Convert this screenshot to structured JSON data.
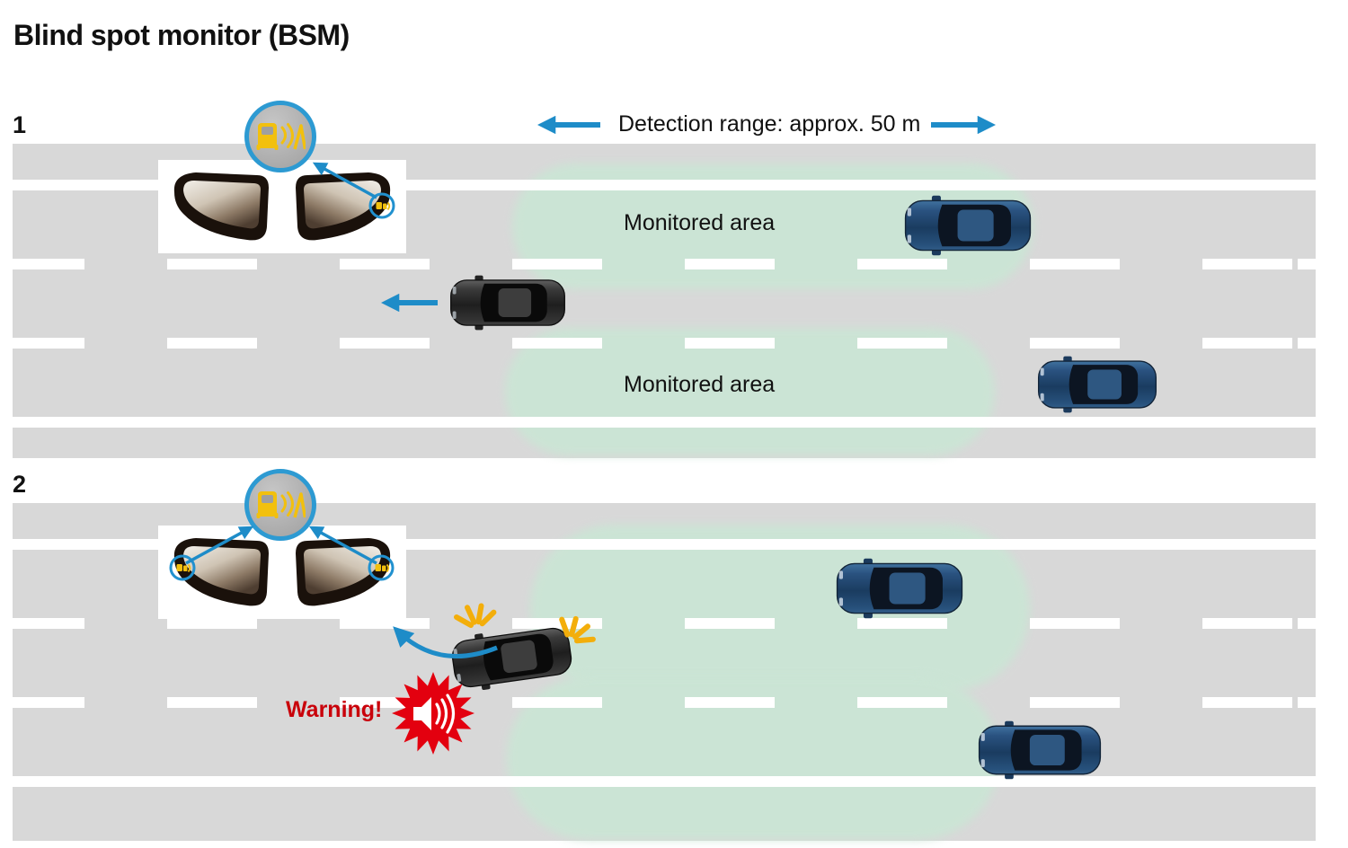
{
  "title": "Blind spot monitor (BSM)",
  "detection_range": {
    "label": "Detection range: approx. 50 m"
  },
  "panels": [
    {
      "number": "1",
      "monitored_labels": [
        "Monitored area",
        "Monitored area"
      ]
    },
    {
      "number": "2",
      "warning_label": "Warning!"
    }
  ],
  "icons": {
    "bsm_circle": "blind-spot-monitor-indicator",
    "mirror_indicator": "blind-spot-warning-light",
    "speaker_burst": "audible-warning",
    "turn_signal_flash": "indicator-flash",
    "detection_arrows": "range-arrows"
  },
  "colors": {
    "arrow_blue": "#1e8cc8",
    "ring_blue": "#2191cf",
    "monitored_green": "#cbe5d5",
    "road_gray": "#d8d8d8",
    "warning_red": "#e3000f",
    "signal_yellow": "#f2c00e",
    "car_blue": "#1a3c60",
    "car_dark": "#1e1e1e"
  }
}
